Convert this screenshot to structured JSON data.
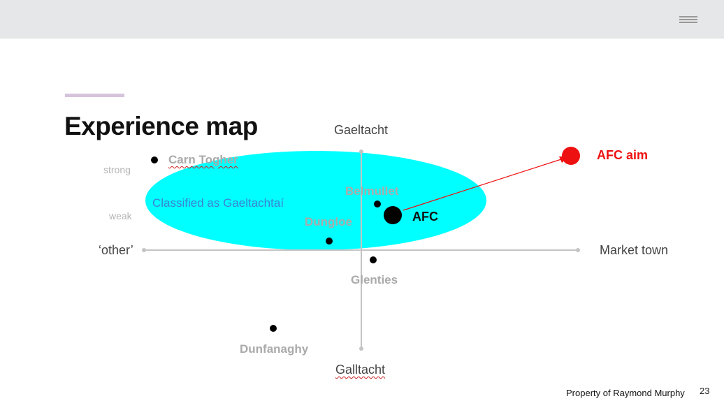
{
  "slide": {
    "title": "Experience map",
    "footer": "Property of Raymond Murphy",
    "page_number": "23"
  },
  "axes": {
    "top": "Gaeltacht",
    "bottom": "Galltacht",
    "left": "‘other’",
    "right": "Market town"
  },
  "scale": {
    "strong": "strong",
    "weak": "weak"
  },
  "region": {
    "label": "Classified as Gaeltachtaí",
    "color": "#00ffff",
    "label_color": "#3b82d4"
  },
  "places": {
    "carn_togher": "Carn Togher",
    "belmullet": "Belmullet",
    "dungloe": "Dungloe",
    "glenties": "Glenties",
    "dunfanaghy": "Dunfanaghy"
  },
  "afc": {
    "label": "AFC"
  },
  "afc_aim": {
    "label": "AFC aim",
    "color": "#ee1111"
  },
  "icons": {
    "menu": "hamburger-menu-icon"
  }
}
